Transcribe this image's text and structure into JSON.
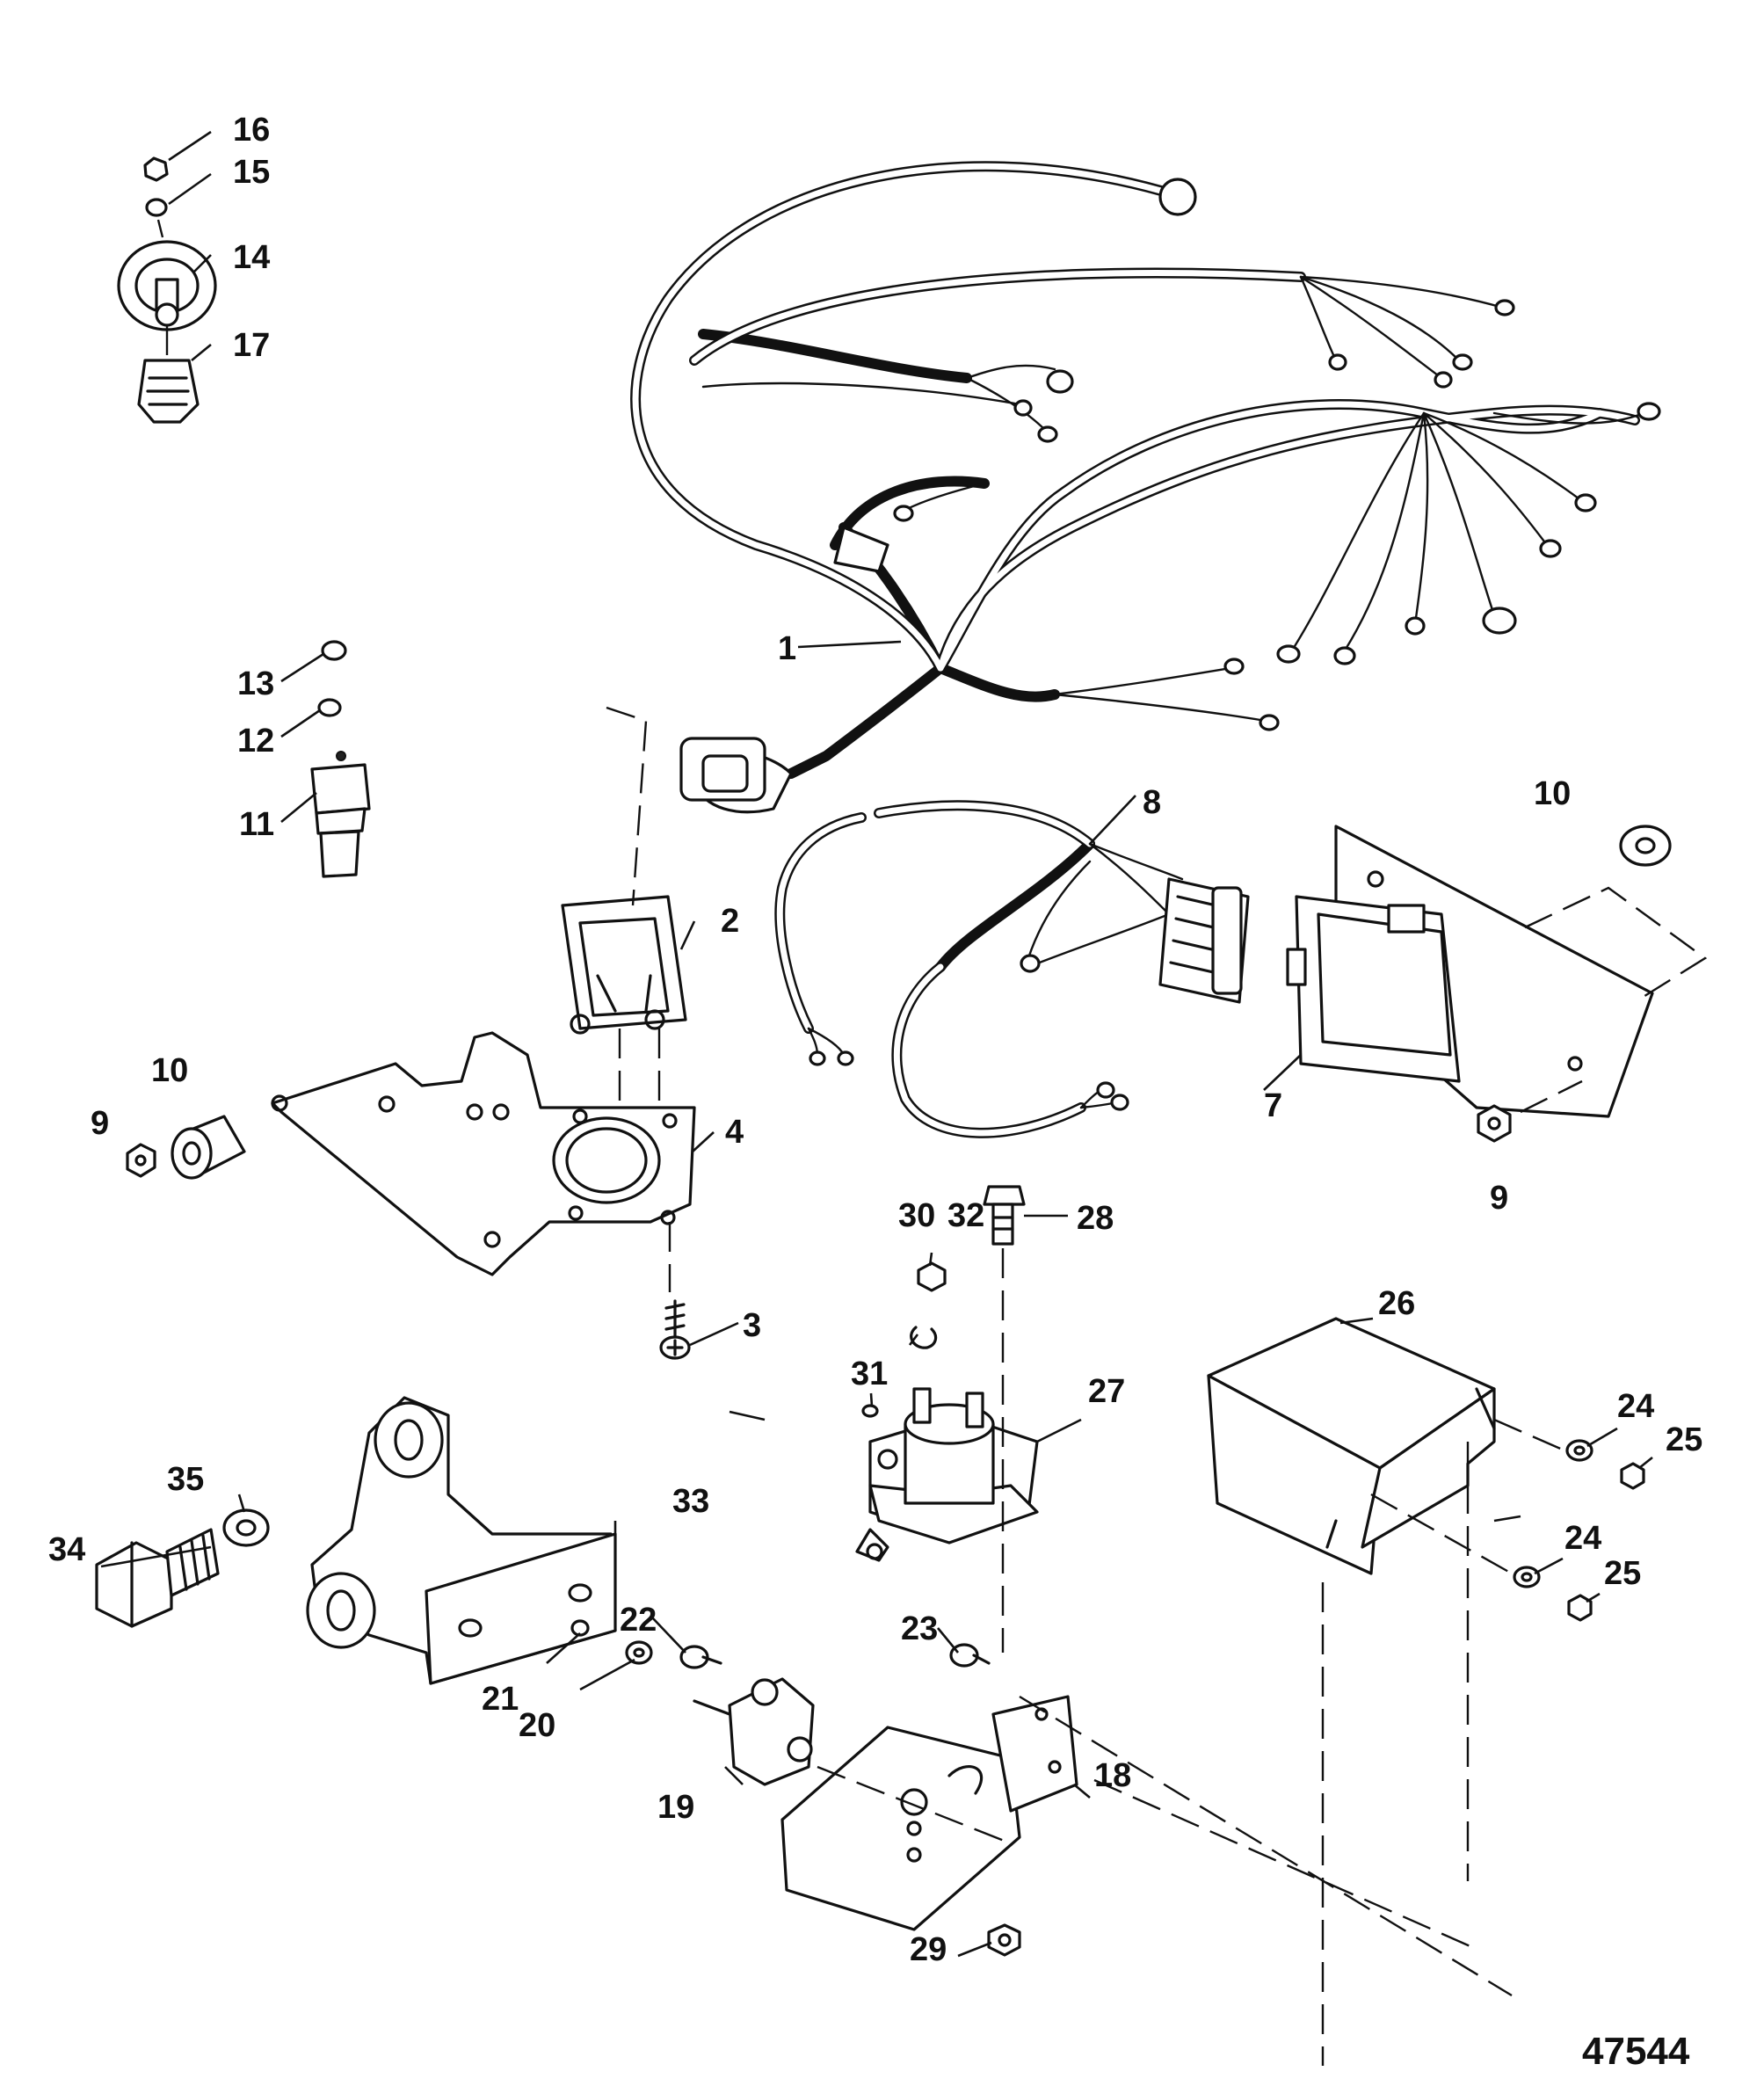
{
  "figure_number": "47544",
  "callouts": {
    "c1": "1",
    "c2": "2",
    "c3": "3",
    "c4": "4",
    "c7": "7",
    "c8": "8",
    "c9a": "9",
    "c9b": "9",
    "c10a": "10",
    "c10b": "10",
    "c11": "11",
    "c12": "12",
    "c13": "13",
    "c14": "14",
    "c15": "15",
    "c16": "16",
    "c17": "17",
    "c18": "18",
    "c19": "19",
    "c20": "20",
    "c21": "21",
    "c22": "22",
    "c23": "23",
    "c24a": "24",
    "c24b": "24",
    "c25a": "25",
    "c25b": "25",
    "c26": "26",
    "c27": "27",
    "c28": "28",
    "c29": "29",
    "c30": "30",
    "c31": "31",
    "c32": "32",
    "c33": "33",
    "c34": "34",
    "c35": "35"
  }
}
